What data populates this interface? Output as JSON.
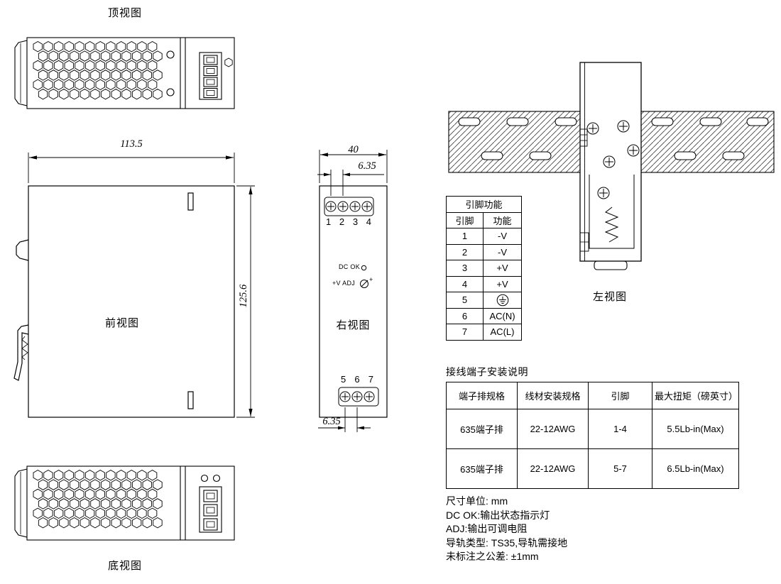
{
  "views": {
    "top": {
      "label": "顶视图"
    },
    "front": {
      "label": "前视图",
      "dim_width": "113.5",
      "dim_height": "125.6"
    },
    "bottom": {
      "label": "底视图"
    },
    "right": {
      "label": "右视图",
      "dim_width": "40",
      "dim_pitch_top": "6.35",
      "dim_pitch_bottom": "6.35",
      "top_pins": [
        "1",
        "2",
        "3",
        "4"
      ],
      "bottom_pins": [
        "5",
        "6",
        "7"
      ],
      "dc_ok_label": "DC OK",
      "adj_label": "+V ADJ",
      "adj_plus": "+"
    },
    "left": {
      "label": "左视图"
    }
  },
  "pin_table": {
    "title": "引脚功能",
    "headers": [
      "引脚",
      "功能"
    ],
    "rows": [
      [
        "1",
        "-V"
      ],
      [
        "2",
        "-V"
      ],
      [
        "3",
        "+V"
      ],
      [
        "4",
        "+V"
      ],
      [
        "5",
        "⏚"
      ],
      [
        "6",
        "AC(N)"
      ],
      [
        "7",
        "AC(L)"
      ]
    ]
  },
  "terminal_table": {
    "title": "接线端子安装说明",
    "headers": [
      "端子排规格",
      "线材安装规格",
      "引脚",
      "最大扭矩（磅英寸）"
    ],
    "rows": [
      [
        "635端子排",
        "22-12AWG",
        "1-4",
        "5.5Lb-in(Max)"
      ],
      [
        "635端子排",
        "22-12AWG",
        "5-7",
        "6.5Lb-in(Max)"
      ]
    ]
  },
  "notes": [
    "尺寸单位: mm",
    "DC OK:输出状态指示灯",
    "ADJ:输出可调电阻",
    "导轨类型: TS35,导轨需接地",
    "未标注之公差: ±1mm"
  ]
}
